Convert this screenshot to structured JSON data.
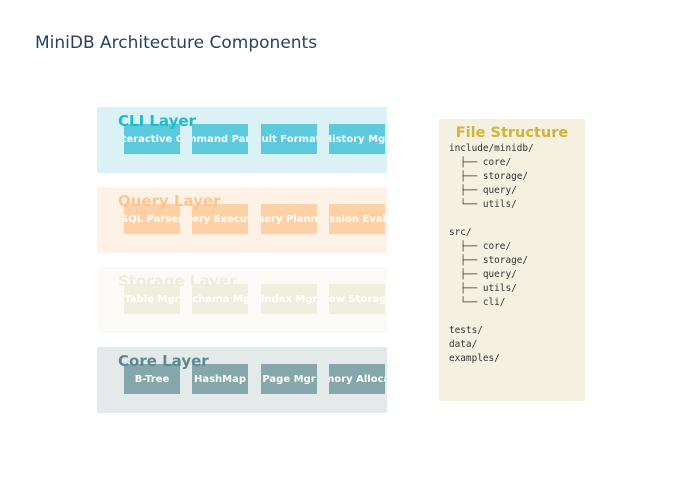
{
  "title": "MiniDB Architecture Components",
  "layers": [
    {
      "name": "CLI Layer",
      "bg": "#daf1f6",
      "title_color": "#17becf",
      "box_color": "#5cc9dc",
      "text_color": "#ffffff",
      "components": [
        "Interactive CLI",
        "Command Parser",
        "Result Formatter",
        "History Mgr"
      ]
    },
    {
      "name": "Query Layer",
      "bg": "#fef2e7",
      "title_color": "#fdc48d",
      "box_color": "#fed0a5",
      "text_color": "#ffffff",
      "components": [
        "SQL Parser",
        "Query Executor",
        "Query Planner",
        "Expression Evaluator"
      ]
    },
    {
      "name": "Storage Layer",
      "bg": "#fbfaf6",
      "title_color": "#eeecdf",
      "box_color": "#f0eedf",
      "text_color": "#ffffff",
      "components": [
        "Table Mgr",
        "Schema Mgr",
        "Index Mgr",
        "Row Storage"
      ]
    },
    {
      "name": "Core Layer",
      "bg": "#e4e9ea",
      "title_color": "#5c8a92",
      "box_color": "#85a6aa",
      "text_color": "#ffffff",
      "components": [
        "B-Tree",
        "HashMap",
        "Page Mgr",
        "Memory Allocator"
      ]
    }
  ],
  "file_structure": {
    "title": "File Structure",
    "lines": [
      "include/minidb/",
      "  ├── core/",
      "  ├── storage/",
      "  ├── query/",
      "  └── utils/",
      "",
      "src/",
      "  ├── core/",
      "  ├── storage/",
      "  ├── query/",
      "  ├── utils/",
      "  └── cli/",
      "",
      "tests/",
      "data/",
      "examples/"
    ]
  }
}
